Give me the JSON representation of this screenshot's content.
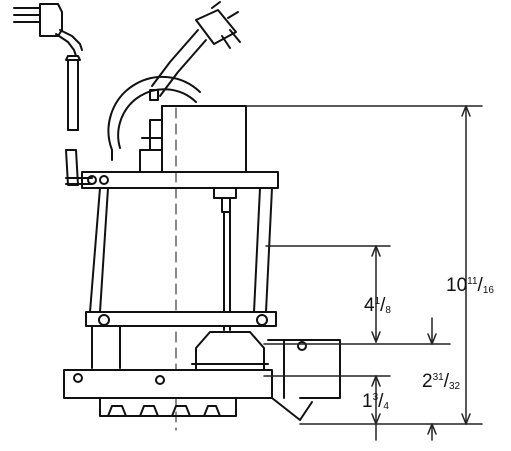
{
  "diagram": {
    "colors": {
      "ink": "#111111",
      "paper": "#ffffff",
      "dim_line": "#222222"
    },
    "dimensions": [
      {
        "whole": "10",
        "num": "11",
        "den": "16"
      },
      {
        "whole": "4",
        "num": "1",
        "den": "8"
      },
      {
        "whole": "2",
        "num": "31",
        "den": "32"
      },
      {
        "whole": "1",
        "num": "3",
        "den": "4"
      }
    ]
  }
}
